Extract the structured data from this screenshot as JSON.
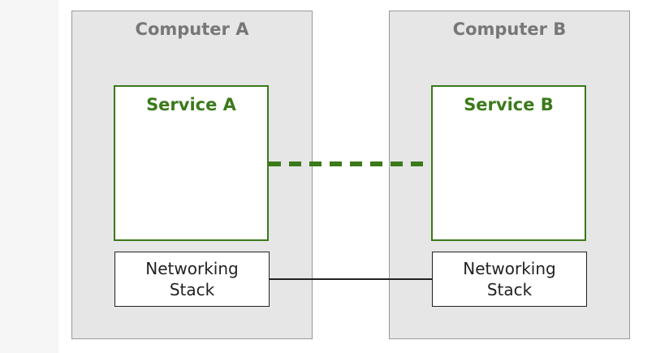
{
  "computers": [
    {
      "title": "Computer A",
      "service": "Service A",
      "stack": "Networking\nStack"
    },
    {
      "title": "Computer B",
      "service": "Service B",
      "stack": "Networking\nStack"
    }
  ],
  "colors": {
    "service_green": "#3b7a1a",
    "computer_fill": "#e6e6e6",
    "computer_title": "#777777",
    "link_line": "#222222"
  }
}
